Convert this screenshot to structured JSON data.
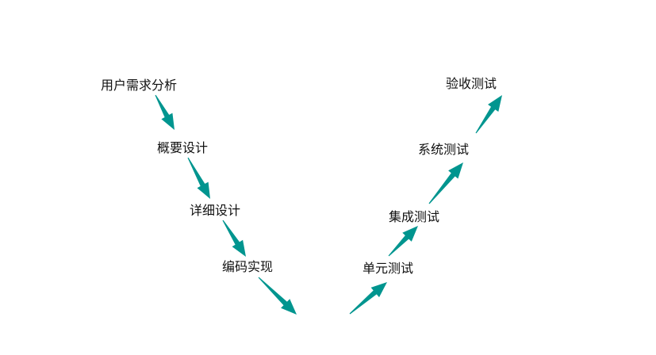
{
  "diagram": {
    "arrow_color": "#00958f",
    "stages": [
      "用户需求分析",
      "概要设计",
      "详细设计",
      "编码实现",
      "单元测试",
      "集成测试",
      "系统测试",
      "验收测试"
    ]
  }
}
